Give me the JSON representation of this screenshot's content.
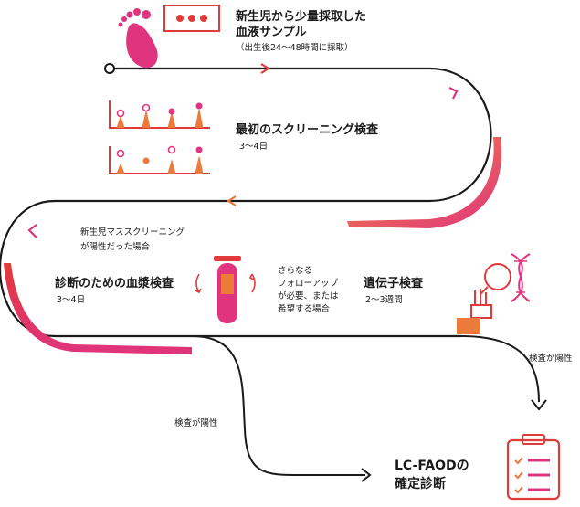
{
  "step1": {
    "title_line1": "新生児から少量採取した",
    "title_line2": "血液サンプル",
    "note": "（出生後24〜48時間に採取）"
  },
  "step2": {
    "title": "最初のスクリーニング検査",
    "duration": "3〜4日"
  },
  "step3": {
    "condition_line1": "新生児マススクリーニング",
    "condition_line2": "が陽性だった場合",
    "title": "診断のための血漿検査",
    "duration": "3〜4日"
  },
  "step4": {
    "condition_line1": "さらなる",
    "condition_line2": "フォローアップ",
    "condition_line3": "が必要、または",
    "condition_line4": "希望する場合",
    "title": "遺伝子検査",
    "duration": "2〜3週間"
  },
  "positive_right": "検査が陽性",
  "positive_left": "検査が陽性",
  "final": {
    "line1": "LC-FAODの",
    "line2": "確定診断"
  },
  "colors": {
    "pink": "#e0347e",
    "orange": "#ec7a3a",
    "red": "#d92b2b",
    "dark": "#1a1a1a"
  }
}
